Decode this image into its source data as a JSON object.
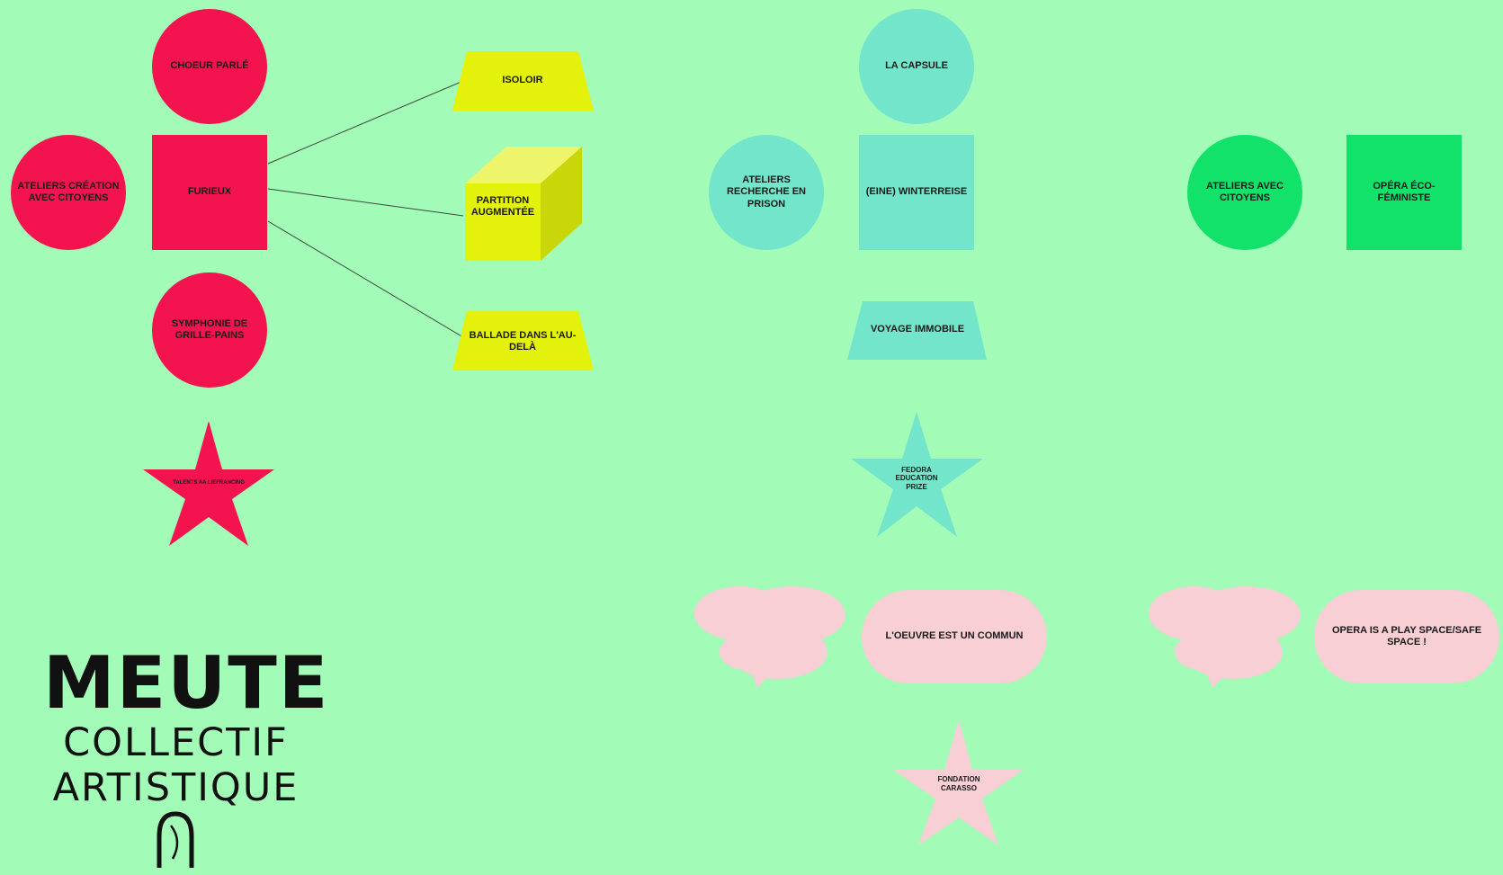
{
  "colors": {
    "background": "#a2fbb6",
    "red": "#f2134f",
    "yellow": "#e4f10a",
    "teal": "#72e5cb",
    "green": "#12e26a",
    "pink": "#f7cfd4"
  },
  "red_group": {
    "top_circle": "CHOEUR PARLÉ",
    "left_circle": "ATELIERS CRÉATION AVEC CITOYENS",
    "center_square": "FURIEUX",
    "bottom_circle": "SYMPHONIE DE GRILLE-PAINS",
    "star": "TALENTS AA LIEFRANCING"
  },
  "yellow_group": {
    "trapezoid_top": "ISOLOIR",
    "cube": "PARTITION AUGMENTÉE",
    "trapezoid_bottom": "BALLADE DANS L'AU-DELÀ"
  },
  "teal_group": {
    "top_circle": "LA CAPSULE",
    "left_circle": "ATELIERS RECHERCHE EN PRISON",
    "center_square": "(EINE) WINTERREISE",
    "trapezoid": "VOYAGE IMMOBILE",
    "star": "FEDORA EDUCATION PRIZE"
  },
  "green_group": {
    "circle": "ATELIERS AVEC CITOYENS",
    "square": "OPÉRA ÉCO-FÉMINISTE"
  },
  "pink_group": {
    "pill_1": "L'OEUVRE EST UN COMMUN",
    "pill_2": "OPERA IS A PLAY SPACE/SAFE SPACE !",
    "star": "FONDATION CARASSO"
  },
  "logo": {
    "title": "MEUTE",
    "line1": "COLLECTIF",
    "line2": "ARTISTIQUE"
  }
}
